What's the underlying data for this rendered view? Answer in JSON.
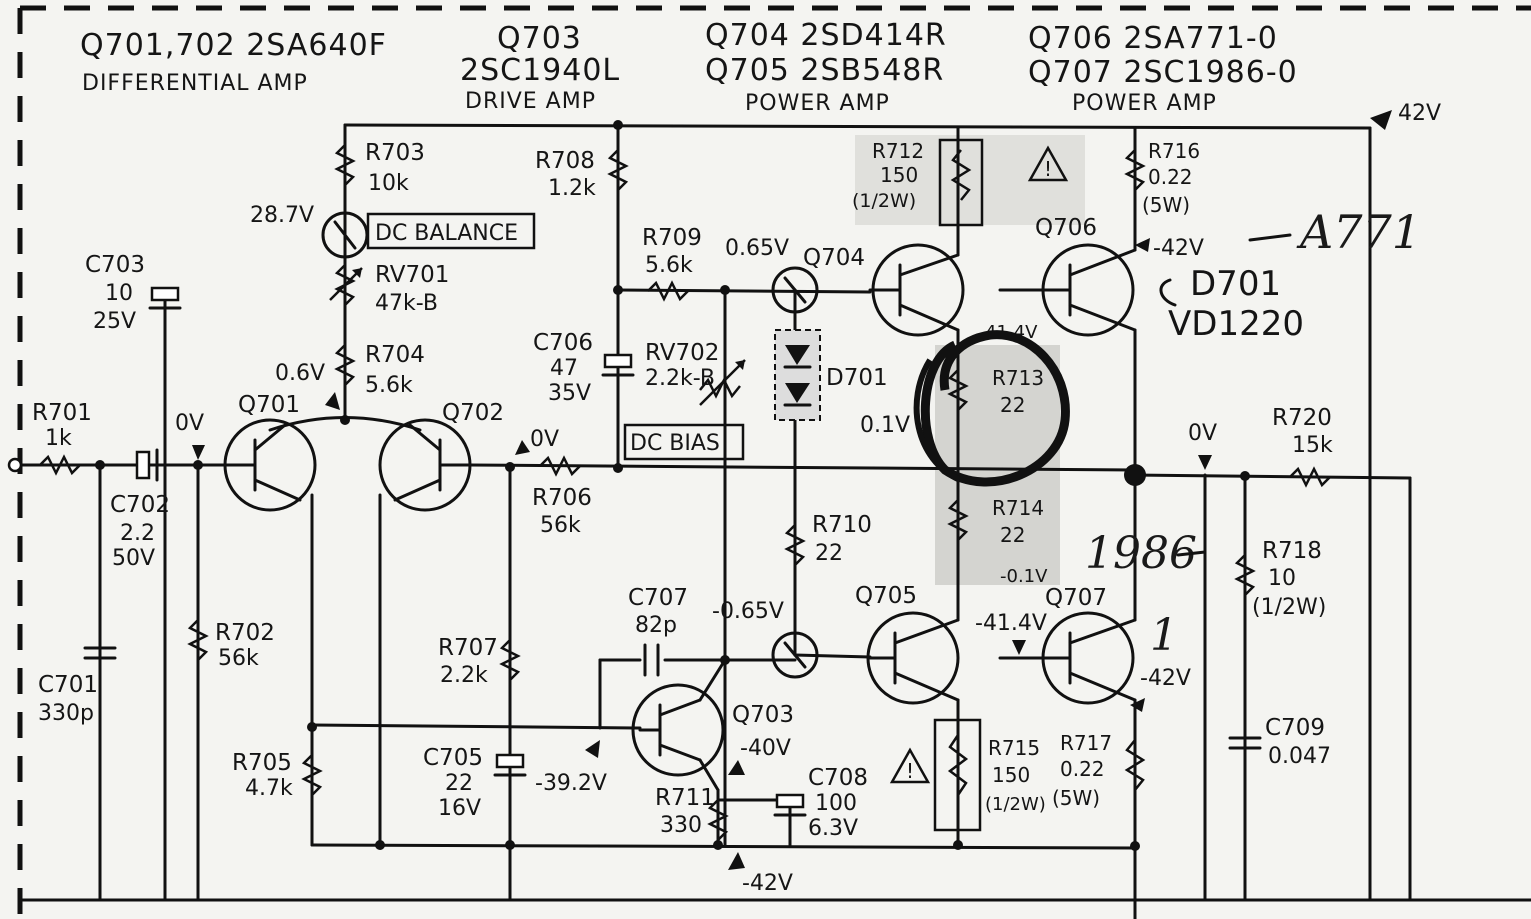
{
  "header": {
    "q701_702": {
      "part": "Q701,702  2SA640F",
      "role": "DIFFERENTIAL AMP"
    },
    "q703": {
      "part1": "Q703",
      "part2": "2SC1940L",
      "role": "DRIVE AMP"
    },
    "q704_705": {
      "part1": "Q704  2SD414R",
      "part2": "Q705  2SB548R",
      "role": "POWER AMP"
    },
    "q706_707": {
      "part1": "Q706  2SA771-0",
      "part2": "Q707  2SC1986-0",
      "role": "POWER AMP"
    }
  },
  "rails": {
    "pos": "42V",
    "neg": "-42V",
    "q706_rail": "-42V",
    "q707_rail": "-42V"
  },
  "voltages": {
    "v287": "28.7V",
    "v06": "0.6V",
    "v0_in": "0V",
    "v0_q702": "0V",
    "v065": "0.65V",
    "v01": "0.1V",
    "v0_out": "0V",
    "vm065": "-0.65V",
    "vm40": "-40V",
    "vm392": "-39.2V",
    "vm414": "-41.4V",
    "vm42_bottom": "-42V",
    "v414": "41.4V",
    "vm01": "-0.1V"
  },
  "boxes": {
    "dc_balance": "DC BALANCE",
    "dc_bias": "DC BIAS"
  },
  "transistors": {
    "q701": "Q701",
    "q702": "Q702",
    "q703": "Q703",
    "q704": "Q704",
    "q705": "Q705",
    "q706": "Q706",
    "q707": "Q707"
  },
  "components": {
    "r701": {
      "ref": "R701",
      "val": "1k"
    },
    "r702": {
      "ref": "R702",
      "val": "56k"
    },
    "r703": {
      "ref": "R703",
      "val": "10k"
    },
    "r704": {
      "ref": "R704",
      "val": "5.6k"
    },
    "r705": {
      "ref": "R705",
      "val": "4.7k"
    },
    "r706": {
      "ref": "R706",
      "val": "56k"
    },
    "r707": {
      "ref": "R707",
      "val": "2.2k"
    },
    "r708": {
      "ref": "R708",
      "val": "1.2k"
    },
    "r709": {
      "ref": "R709",
      "val": "5.6k"
    },
    "r710": {
      "ref": "R710",
      "val": "22"
    },
    "r711": {
      "ref": "R711",
      "val": "330"
    },
    "r712": {
      "ref": "R712",
      "val": "150",
      "rating": "(1/2W)"
    },
    "r713": {
      "ref": "R713",
      "val": "22"
    },
    "r714": {
      "ref": "R714",
      "val": "22"
    },
    "r715": {
      "ref": "R715",
      "val": "150",
      "rating": "(1/2W)"
    },
    "r716": {
      "ref": "R716",
      "val": "0.22",
      "rating": "(5W)"
    },
    "r717": {
      "ref": "R717",
      "val": "0.22",
      "rating": "(5W)"
    },
    "r718": {
      "ref": "R718",
      "val": "10",
      "rating": "(1/2W)"
    },
    "r720": {
      "ref": "R720",
      "val": "15k"
    },
    "rv701": {
      "ref": "RV701",
      "val": "47k-B"
    },
    "rv702": {
      "ref": "RV702",
      "val": "2.2k-B"
    },
    "c701": {
      "ref": "C701",
      "val": "330p"
    },
    "c702": {
      "ref": "C702",
      "val": "2.2",
      "volt": "50V"
    },
    "c703": {
      "ref": "C703",
      "val": "10",
      "volt": "25V"
    },
    "c705": {
      "ref": "C705",
      "val": "22",
      "volt": "16V"
    },
    "c706": {
      "ref": "C706",
      "val": "47",
      "volt": "35V"
    },
    "c707": {
      "ref": "C707",
      "val": "82p"
    },
    "c708": {
      "ref": "C708",
      "val": "100",
      "volt": "6.3V"
    },
    "c709": {
      "ref": "C709",
      "val": "0.047"
    },
    "d701": {
      "ref": "D701"
    }
  },
  "handwritten": {
    "a771": "A771",
    "d701_sub": "D701",
    "vd1220": "VD1220",
    "n1986": "1986",
    "mark": "1"
  },
  "colors": {
    "ink": "#111111",
    "paper": "#f4f4f1",
    "shade": "#b9b9b4"
  }
}
